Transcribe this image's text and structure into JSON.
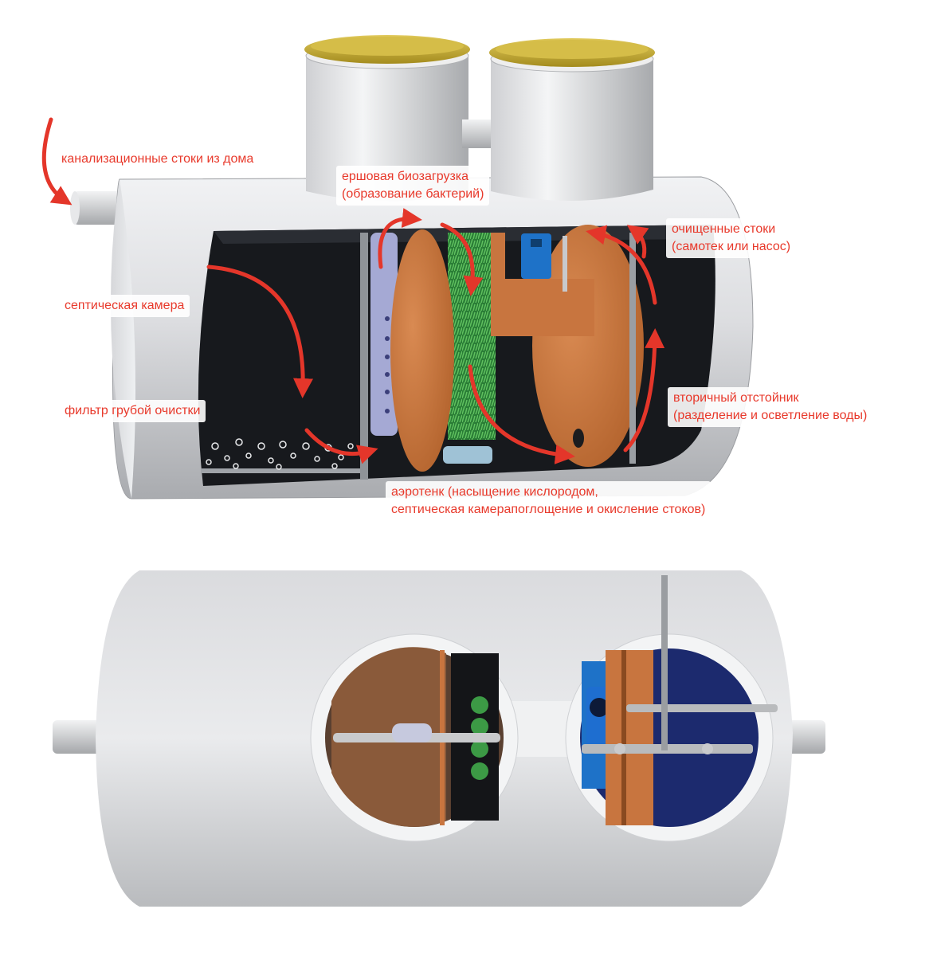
{
  "colors": {
    "label_text": "#e8392b",
    "arrow": "#e4362a",
    "tank_body": "#d9dadd",
    "tank_interior": "#16181c",
    "lid": "#c9b13a",
    "partition": "#c8753f",
    "biomedia": "#2f8a3e",
    "pump": "#1e72c8"
  },
  "labels": {
    "inflow": "канализационные стоки из дома",
    "biomedia_1": "ершовая биозагрузка",
    "biomedia_2": "(образование бактерий)",
    "outflow_1": "очищенные стоки",
    "outflow_2": "(самотек или насос)",
    "septic": "септическая камера",
    "filter": "фильтр грубой очистки",
    "clarifier_1": "вторичный отстойник",
    "clarifier_2": "(разделение и осветление воды)",
    "aerotank_1": "аэротенк (насыщение кислородом,",
    "aerotank_2": "септическая камерапоглощение и окисление стоков)"
  },
  "icons": {
    "flow_arrow": "red-curved-arrow-icon",
    "pump": "submersible-pump-icon",
    "bubbles": "air-bubbles-icon"
  }
}
